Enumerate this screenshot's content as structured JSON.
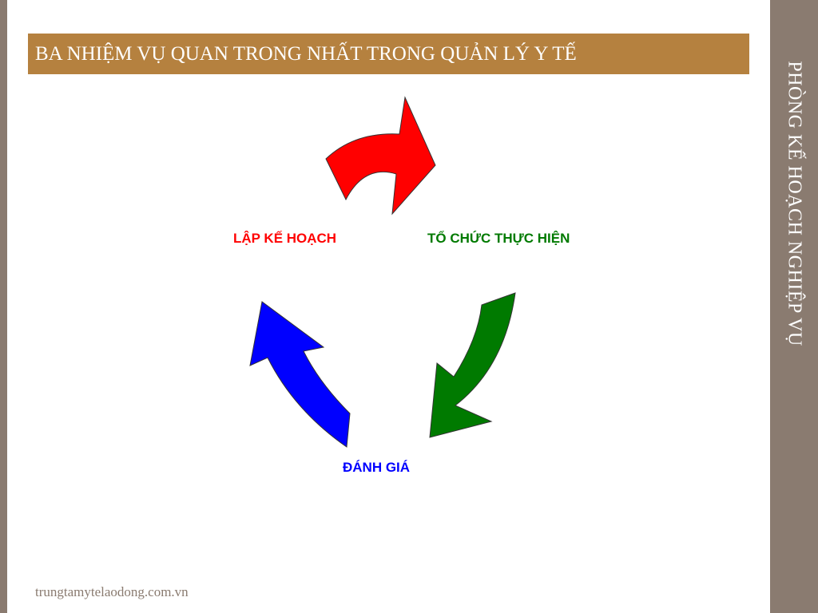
{
  "slide": {
    "title": "BA NHIỆM VỤ QUAN TRONG NHẤT TRONG QUẢN LÝ Y TẾ",
    "side_title": "PHÒNG KẾ HOẠCH NGHIỆP VỤ",
    "footer": "trungtamytelaodong.com.vn"
  },
  "cycle": {
    "steps": [
      {
        "label": "LẬP KẾ HOẠCH",
        "color": "#ff0000"
      },
      {
        "label": "TỔ CHỨC THỰC HIỆN",
        "color": "#007a00"
      },
      {
        "label": "ĐÁNH GIÁ",
        "color": "#0000ff"
      }
    ]
  },
  "colors": {
    "title_bar": "#b5813f",
    "side_bar": "#8a7b70"
  }
}
